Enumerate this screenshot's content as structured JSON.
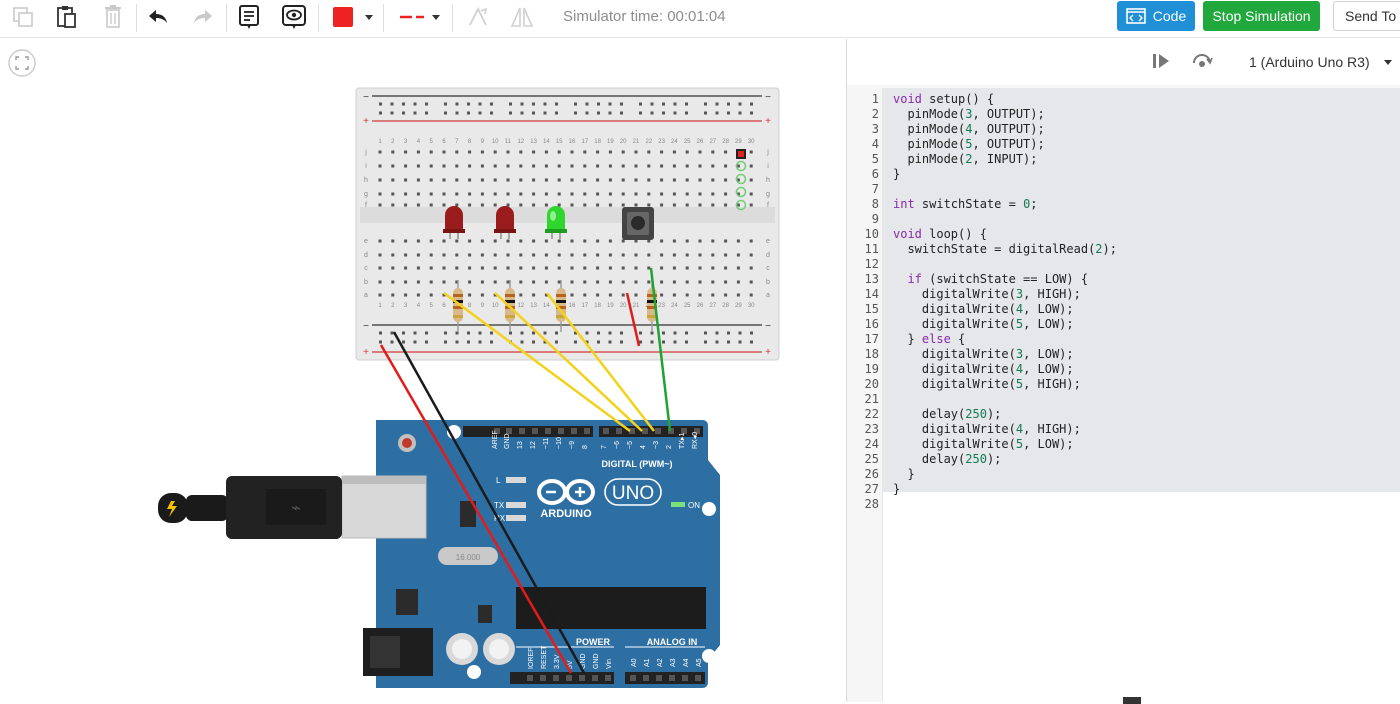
{
  "toolbar": {
    "simulator_time": "Simulator time: 00:01:04",
    "code_label": "Code",
    "stop_label": "Stop Simulation",
    "send_label": "Send To",
    "color_swatch": "#ee2222"
  },
  "code_panel": {
    "device": "1 (Arduino Uno R3)"
  },
  "code": {
    "lines": [
      "void setup() {",
      "  pinMode(3, OUTPUT);",
      "  pinMode(4, OUTPUT);",
      "  pinMode(5, OUTPUT);",
      "  pinMode(2, INPUT);",
      "}",
      "",
      "int switchState = 0;",
      "",
      "void loop() {",
      "  switchState = digitalRead(2);",
      "",
      "  if (switchState == LOW) {",
      "    digitalWrite(3, HIGH);",
      "    digitalWrite(4, LOW);",
      "    digitalWrite(5, LOW);",
      "  } else {",
      "    digitalWrite(3, LOW);",
      "    digitalWrite(4, LOW);",
      "    digitalWrite(5, HIGH);",
      "",
      "    delay(250);",
      "    digitalWrite(4, HIGH);",
      "    digitalWrite(5, LOW);",
      "    delay(250);",
      "  }",
      "}",
      ""
    ]
  },
  "breadboard": {
    "columns": [
      "1",
      "2",
      "3",
      "4",
      "5",
      "6",
      "7",
      "8",
      "9",
      "10",
      "11",
      "12",
      "13",
      "14",
      "15",
      "16",
      "17",
      "18",
      "19",
      "20",
      "21",
      "22",
      "23",
      "24",
      "25",
      "26",
      "27",
      "28",
      "29",
      "30"
    ],
    "top_rows": [
      "j",
      "i",
      "h",
      "g",
      "f"
    ],
    "bottom_rows": [
      "e",
      "d",
      "c",
      "b",
      "a"
    ],
    "rail_minus": "−",
    "rail_plus": "+"
  },
  "arduino": {
    "brand": "ARDUINO",
    "model": "UNO",
    "digital_label": "DIGITAL (PWM~)",
    "power_label": "POWER",
    "analog_label": "ANALOG IN",
    "crystal": "16.000",
    "on_label": "ON",
    "l_label": "L",
    "tx_label": "TX",
    "rx_label": "RX",
    "digital_pins": [
      "AREF",
      "GND",
      "13",
      "12",
      "~11",
      "~10",
      "~9",
      "8",
      "7",
      "~6",
      "~5",
      "4",
      "~3",
      "2",
      "TX▸1",
      "RX◂0"
    ],
    "power_pins": [
      "IOREF",
      "RESET",
      "3.3V",
      "5V",
      "GND",
      "GND",
      "Vin"
    ],
    "analog_pins": [
      "A0",
      "A1",
      "A2",
      "A3",
      "A4",
      "A5"
    ]
  },
  "leds": [
    {
      "color": "#9b1c1c",
      "state": "off"
    },
    {
      "color": "#9b1c1c",
      "state": "off"
    },
    {
      "color": "#2ed62e",
      "state": "on"
    }
  ],
  "wire_colors": {
    "red": "#e21b1b",
    "black": "#1b1b1b",
    "yellow": "#f2d21a",
    "green": "#1fa331"
  }
}
